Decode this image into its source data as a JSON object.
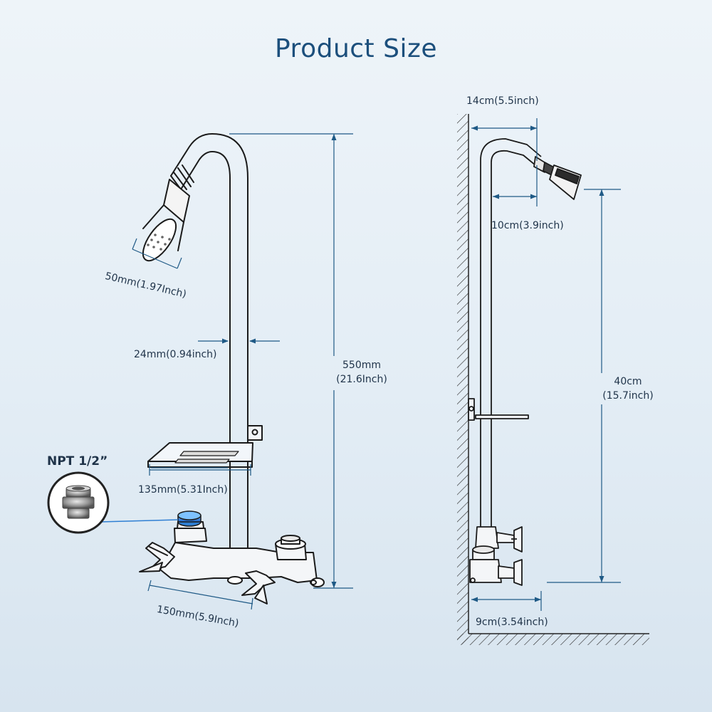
{
  "title": "Product Size",
  "callout": {
    "label": "NPT 1/2”"
  },
  "front_view": {
    "head_diameter": "50mm(1.97Inch)",
    "pipe_diameter": "24mm(0.94inch)",
    "total_height_line1": "550mm",
    "total_height_line2": "(21.6Inch)",
    "shelf_width": "135mm(5.31Inch)",
    "valve_width": "150mm(5.9Inch)"
  },
  "side_view": {
    "arm_reach": "14cm(5.5inch)",
    "arm_offset": "10cm(3.9inch)",
    "head_height_line1": "40cm",
    "head_height_line2": "(15.7inch)",
    "valve_depth": "9cm(3.54inch)"
  },
  "colors": {
    "title": "#1c4f7c",
    "dimension_line": "#1f5a86",
    "outline": "#1b1b1b",
    "accent_blue": "#2f7fd3"
  }
}
